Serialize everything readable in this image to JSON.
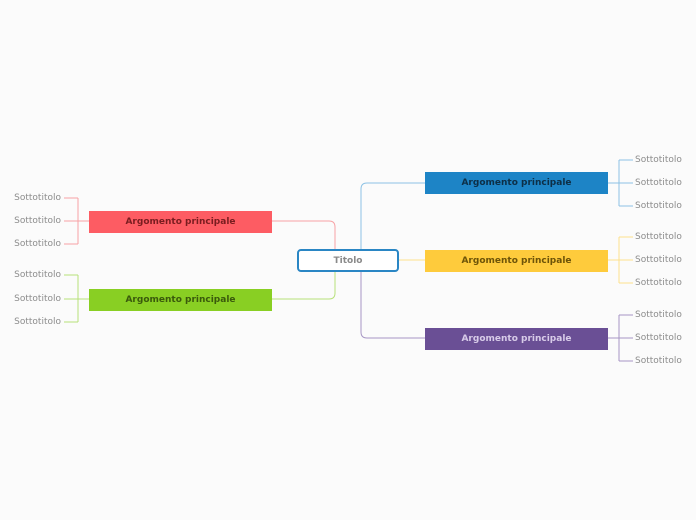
{
  "root": {
    "label": "Titolo"
  },
  "topics": {
    "left_top": {
      "label": "Argomento principale",
      "color": "#fd5c63",
      "text_color": "#7a1d20"
    },
    "left_bottom": {
      "label": "Argomento principale",
      "color": "#89cf23",
      "text_color": "#3a5a0c"
    },
    "right_top": {
      "label": "Argomento principale",
      "color": "#1d84c6",
      "text_color": "#0d2f47"
    },
    "right_middle": {
      "label": "Argomento principale",
      "color": "#fecb3c",
      "text_color": "#6e5408"
    },
    "right_bottom": {
      "label": "Argomento principale",
      "color": "#6a4f95",
      "text_color": "#d7cbe8"
    }
  },
  "subtopics": {
    "left_top": [
      "Sottotitolo",
      "Sottotitolo",
      "Sottotitolo"
    ],
    "left_bottom": [
      "Sottotitolo",
      "Sottotitolo",
      "Sottotitolo"
    ],
    "right_top": [
      "Sottotitolo",
      "Sottotitolo",
      "Sottotitolo"
    ],
    "right_middle": [
      "Sottotitolo",
      "Sottotitolo",
      "Sottotitolo"
    ],
    "right_bottom": [
      "Sottotitolo",
      "Sottotitolo",
      "Sottotitolo"
    ]
  },
  "link_colors": {
    "left_top": "#f7a2a5",
    "left_bottom": "#b7e07a",
    "right_top": "#8cc2e5",
    "right_middle": "#fde08c",
    "right_bottom": "#a796c4"
  }
}
